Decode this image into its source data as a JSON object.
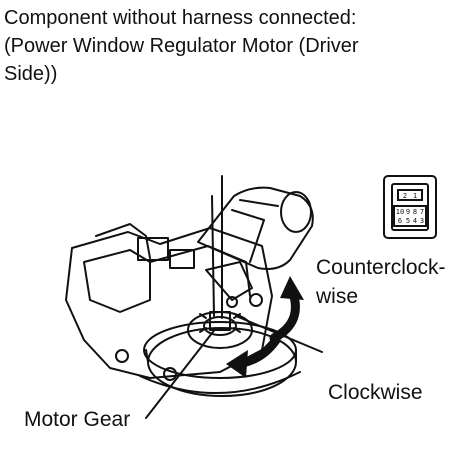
{
  "caption": {
    "line1": "Component without harness connected:",
    "line2": "(Power Window Regulator Motor (Driver",
    "line3": "Side))"
  },
  "labels": {
    "counterclockwise_line1": "Counterclock-",
    "counterclockwise_line2": "wise",
    "clockwise": "Clockwise",
    "motor_gear": "Motor Gear"
  },
  "connector": {
    "top_pins": [
      "2",
      "1"
    ],
    "bottom_pins": [
      "10",
      "9",
      "8",
      "7",
      "6",
      "5",
      "4",
      "3"
    ]
  },
  "colors": {
    "ink": "#111111",
    "background": "#ffffff"
  }
}
